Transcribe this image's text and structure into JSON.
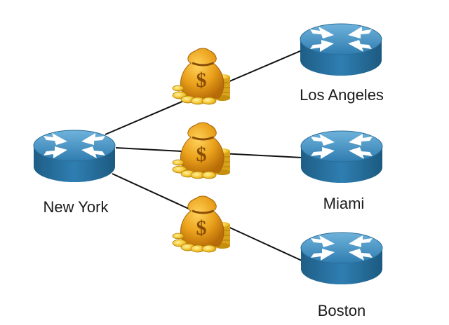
{
  "diagram": {
    "nodes": [
      {
        "id": "new-york",
        "label": "New York",
        "icon": "router-icon"
      },
      {
        "id": "los-angeles",
        "label": "Los Angeles",
        "icon": "router-icon"
      },
      {
        "id": "miami",
        "label": "Miami",
        "icon": "router-icon"
      },
      {
        "id": "boston",
        "label": "Boston",
        "icon": "router-icon"
      }
    ],
    "links": [
      {
        "from": "new-york",
        "to": "los-angeles",
        "marker": "money-bag-icon"
      },
      {
        "from": "new-york",
        "to": "miami",
        "marker": "money-bag-icon"
      },
      {
        "from": "new-york",
        "to": "boston",
        "marker": "money-bag-icon"
      }
    ],
    "colors": {
      "router_top": "#4e9bc9",
      "router_side": "#2a6d98",
      "link": "#111111",
      "bag": "#e9a21a",
      "coin": "#f4c430"
    }
  }
}
